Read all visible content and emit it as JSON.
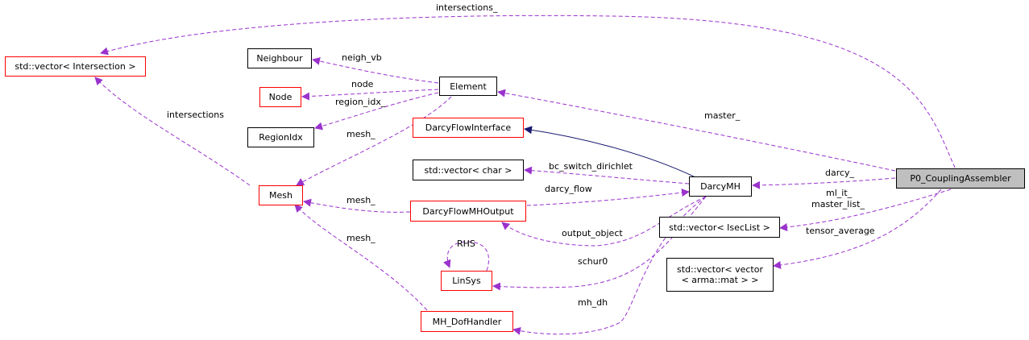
{
  "nodes": {
    "vec_intersection": "std::vector< Intersection >",
    "neighbour": "Neighbour",
    "node": "Node",
    "regionidx": "RegionIdx",
    "mesh": "Mesh",
    "element": "Element",
    "darcy_flow_interface": "DarcyFlowInterface",
    "vec_char": "std::vector< char >",
    "darcy_flow_mh_output": "DarcyFlowMHOutput",
    "linsys": "LinSys",
    "mh_dofhandler": "MH_DofHandler",
    "darcymh": "DarcyMH",
    "vec_isecl": "std::vector< IsecList >",
    "vec_vector_line1": "std::vector< vector",
    "vec_vector_line2": "< arma::mat > >",
    "p0": "P0_CouplingAssembler"
  },
  "edge_labels": {
    "intersections_top": "intersections_",
    "neigh_vb": "neigh_vb",
    "node": "node",
    "region_idx": "region_idx_",
    "intersections": "intersections",
    "mesh_element": "mesh_",
    "master": "master_",
    "bc_switch": "bc_switch_dirichlet",
    "darcy": "darcy_",
    "darcy_flow": "darcy_flow",
    "mesh_output": "mesh_",
    "ml_it": "ml_it_",
    "master_list": "master_list_",
    "output_object": "output_object",
    "rhs": "RHS",
    "tensor_average": "tensor_average",
    "mesh_dof": "mesh_",
    "schur0": "schur0",
    "mh_dh": "mh_dh"
  },
  "colors": {
    "dependency_edge": "#9a32cd",
    "inheritance_edge": "#191970",
    "node_border": "#000000",
    "undocumented_border": "#ff0000",
    "highlight_fill": "#bfbfbf"
  }
}
